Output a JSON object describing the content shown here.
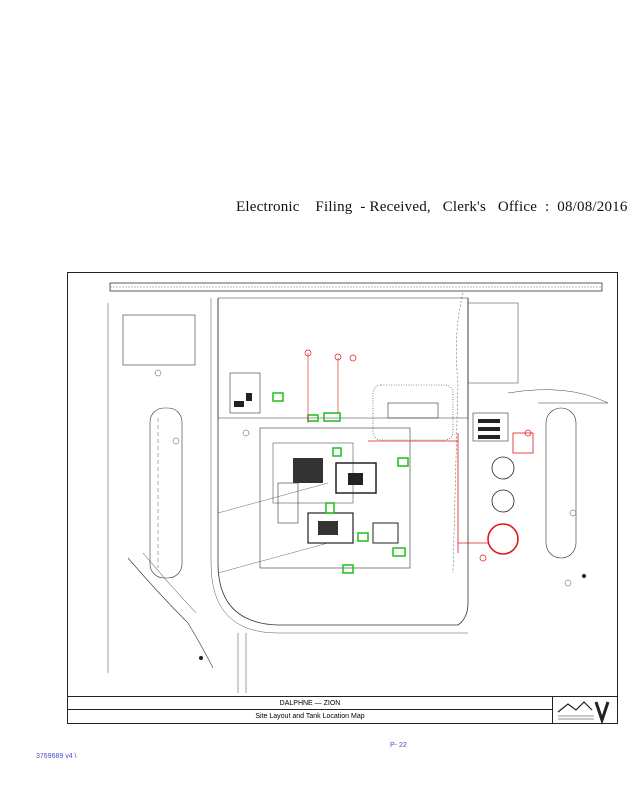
{
  "header": {
    "stamp": "Electronic    Filing  - Received,   Clerk's   Office  :  08/08/2016"
  },
  "drawing": {
    "project": "DALPHNE  —  ZION",
    "sheet_title": "Site Layout and Tank Location Map"
  },
  "footer": {
    "page_number": "P- 22",
    "document_id": "3769689    v4 \\"
  },
  "colors": {
    "line": "#222222",
    "green": "#1bbf1b",
    "red": "#e01a1a",
    "footer_text": "#4a4ad0"
  }
}
